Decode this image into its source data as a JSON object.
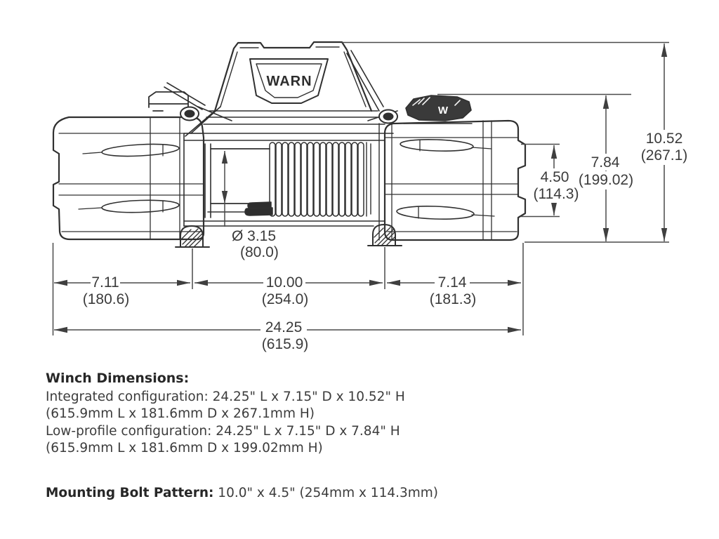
{
  "diagram": {
    "brand_logo": "WARN",
    "pack_logo": "W",
    "dims": {
      "left_width": {
        "in": "7.11",
        "mm": "(180.6)"
      },
      "middle_width": {
        "in": "10.00",
        "mm": "(254.0)"
      },
      "right_width": {
        "in": "7.14",
        "mm": "(181.3)"
      },
      "total_length": {
        "in": "24.25",
        "mm": "(615.9)"
      },
      "bolt_height": {
        "in": "4.50",
        "mm": "(114.3)"
      },
      "low_height": {
        "in": "7.84",
        "mm": "(199.02)"
      },
      "total_height": {
        "in": "10.52",
        "mm": "(267.1)"
      },
      "drum_diameter": {
        "in": "Ø 3.15",
        "mm": "(80.0)"
      }
    }
  },
  "specs": {
    "heading": "Winch Dimensions:",
    "lines": [
      "Integrated configuration: 24.25\" L x 7.15\" D x 10.52\" H",
      "(615.9mm L x 181.6mm D x 267.1mm H)",
      "Low-profile configuration: 24.25\" L x 7.15\" D x 7.84\" H",
      "(615.9mm L x 181.6mm D x 199.02mm H)"
    ]
  },
  "mounting": {
    "label": "Mounting Bolt Pattern:",
    "value": " 10.0\" x 4.5\" (254mm x 114.3mm)"
  }
}
